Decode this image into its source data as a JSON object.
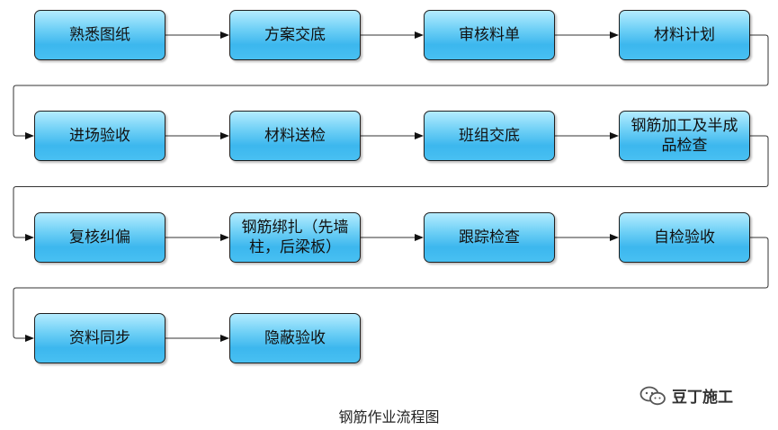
{
  "diagram": {
    "nodes": [
      {
        "id": "n1",
        "label": "熟悉图纸"
      },
      {
        "id": "n2",
        "label": "方案交底"
      },
      {
        "id": "n3",
        "label": "审核料单"
      },
      {
        "id": "n4",
        "label": "材料计划"
      },
      {
        "id": "n5",
        "label": "进场验收"
      },
      {
        "id": "n6",
        "label": "材料送检"
      },
      {
        "id": "n7",
        "label": "班组交底"
      },
      {
        "id": "n8",
        "label": "钢筋加工及半成品检查"
      },
      {
        "id": "n9",
        "label": "复核纠偏"
      },
      {
        "id": "n10",
        "label": "钢筋绑扎（先墙柱，后梁板）"
      },
      {
        "id": "n11",
        "label": "跟踪检查"
      },
      {
        "id": "n12",
        "label": "自检验收"
      },
      {
        "id": "n13",
        "label": "资料同步"
      },
      {
        "id": "n14",
        "label": "隐蔽验收"
      }
    ],
    "edges": [
      [
        "n1",
        "n2"
      ],
      [
        "n2",
        "n3"
      ],
      [
        "n3",
        "n4"
      ],
      [
        "n4",
        "n5"
      ],
      [
        "n5",
        "n6"
      ],
      [
        "n6",
        "n7"
      ],
      [
        "n7",
        "n8"
      ],
      [
        "n8",
        "n9"
      ],
      [
        "n9",
        "n10"
      ],
      [
        "n10",
        "n11"
      ],
      [
        "n11",
        "n12"
      ],
      [
        "n12",
        "n13"
      ],
      [
        "n13",
        "n14"
      ]
    ],
    "caption": "钢筋作业流程图"
  },
  "watermark": {
    "text": "豆丁施工",
    "icon": "wechat-icon"
  }
}
